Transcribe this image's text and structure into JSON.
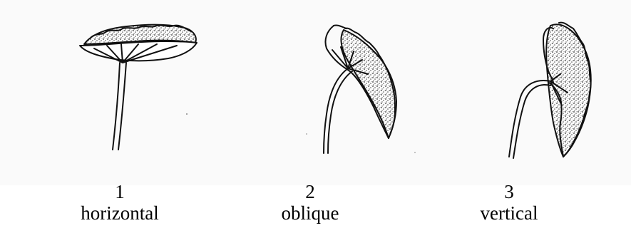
{
  "panels": [
    {
      "number": "1",
      "caption": "horizontal"
    },
    {
      "number": "2",
      "caption": "oblique"
    },
    {
      "number": "3",
      "caption": "vertical"
    }
  ]
}
